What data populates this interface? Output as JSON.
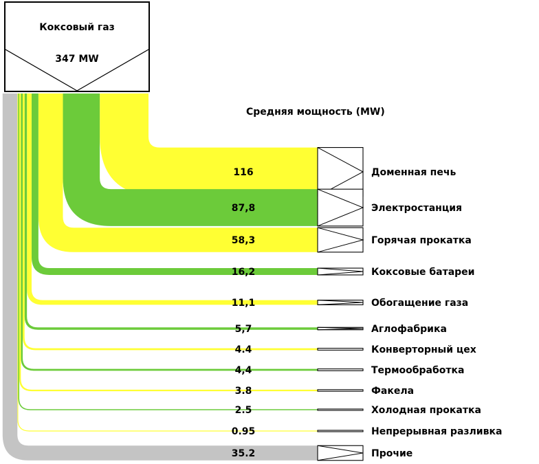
{
  "source": {
    "name": "Коксовый газ",
    "value": "347 MW"
  },
  "subtitle": "Средняя мощность (MW)",
  "colors": {
    "yellow": "#ffff33",
    "green": "#6ccb3a",
    "grey": "#c4c4c4",
    "stroke": "#000000"
  },
  "chart_data": {
    "type": "sankey",
    "source": "Коксовый газ",
    "total_mw": 347,
    "unit": "MW",
    "title": "Средняя мощность (MW)",
    "flows": [
      {
        "target": "Доменная печь",
        "value": 116,
        "label": "116",
        "color": "yellow"
      },
      {
        "target": "Электростанция",
        "value": 87.8,
        "label": "87,8",
        "color": "green"
      },
      {
        "target": "Горячая прокатка",
        "value": 58.3,
        "label": "58,3",
        "color": "yellow"
      },
      {
        "target": "Коксовые батареи",
        "value": 16.2,
        "label": "16,2",
        "color": "green"
      },
      {
        "target": "Обогащение газа",
        "value": 11.1,
        "label": "11,1",
        "color": "yellow"
      },
      {
        "target": "Аглофабрика",
        "value": 5.7,
        "label": "5,7",
        "color": "green"
      },
      {
        "target": "Конверторный цех",
        "value": 4.4,
        "label": "4.4",
        "color": "yellow"
      },
      {
        "target": "Термообработка",
        "value": 4.4,
        "label": "4,4",
        "color": "green"
      },
      {
        "target": "Факела",
        "value": 3.8,
        "label": "3.8",
        "color": "yellow"
      },
      {
        "target": "Холодная прокатка",
        "value": 2.5,
        "label": "2.5",
        "color": "green"
      },
      {
        "target": "Непрерывная разливка",
        "value": 0.95,
        "label": "0.95",
        "color": "yellow"
      },
      {
        "target": "Прочие",
        "value": 35.2,
        "label": "35.2",
        "color": "grey"
      }
    ]
  }
}
